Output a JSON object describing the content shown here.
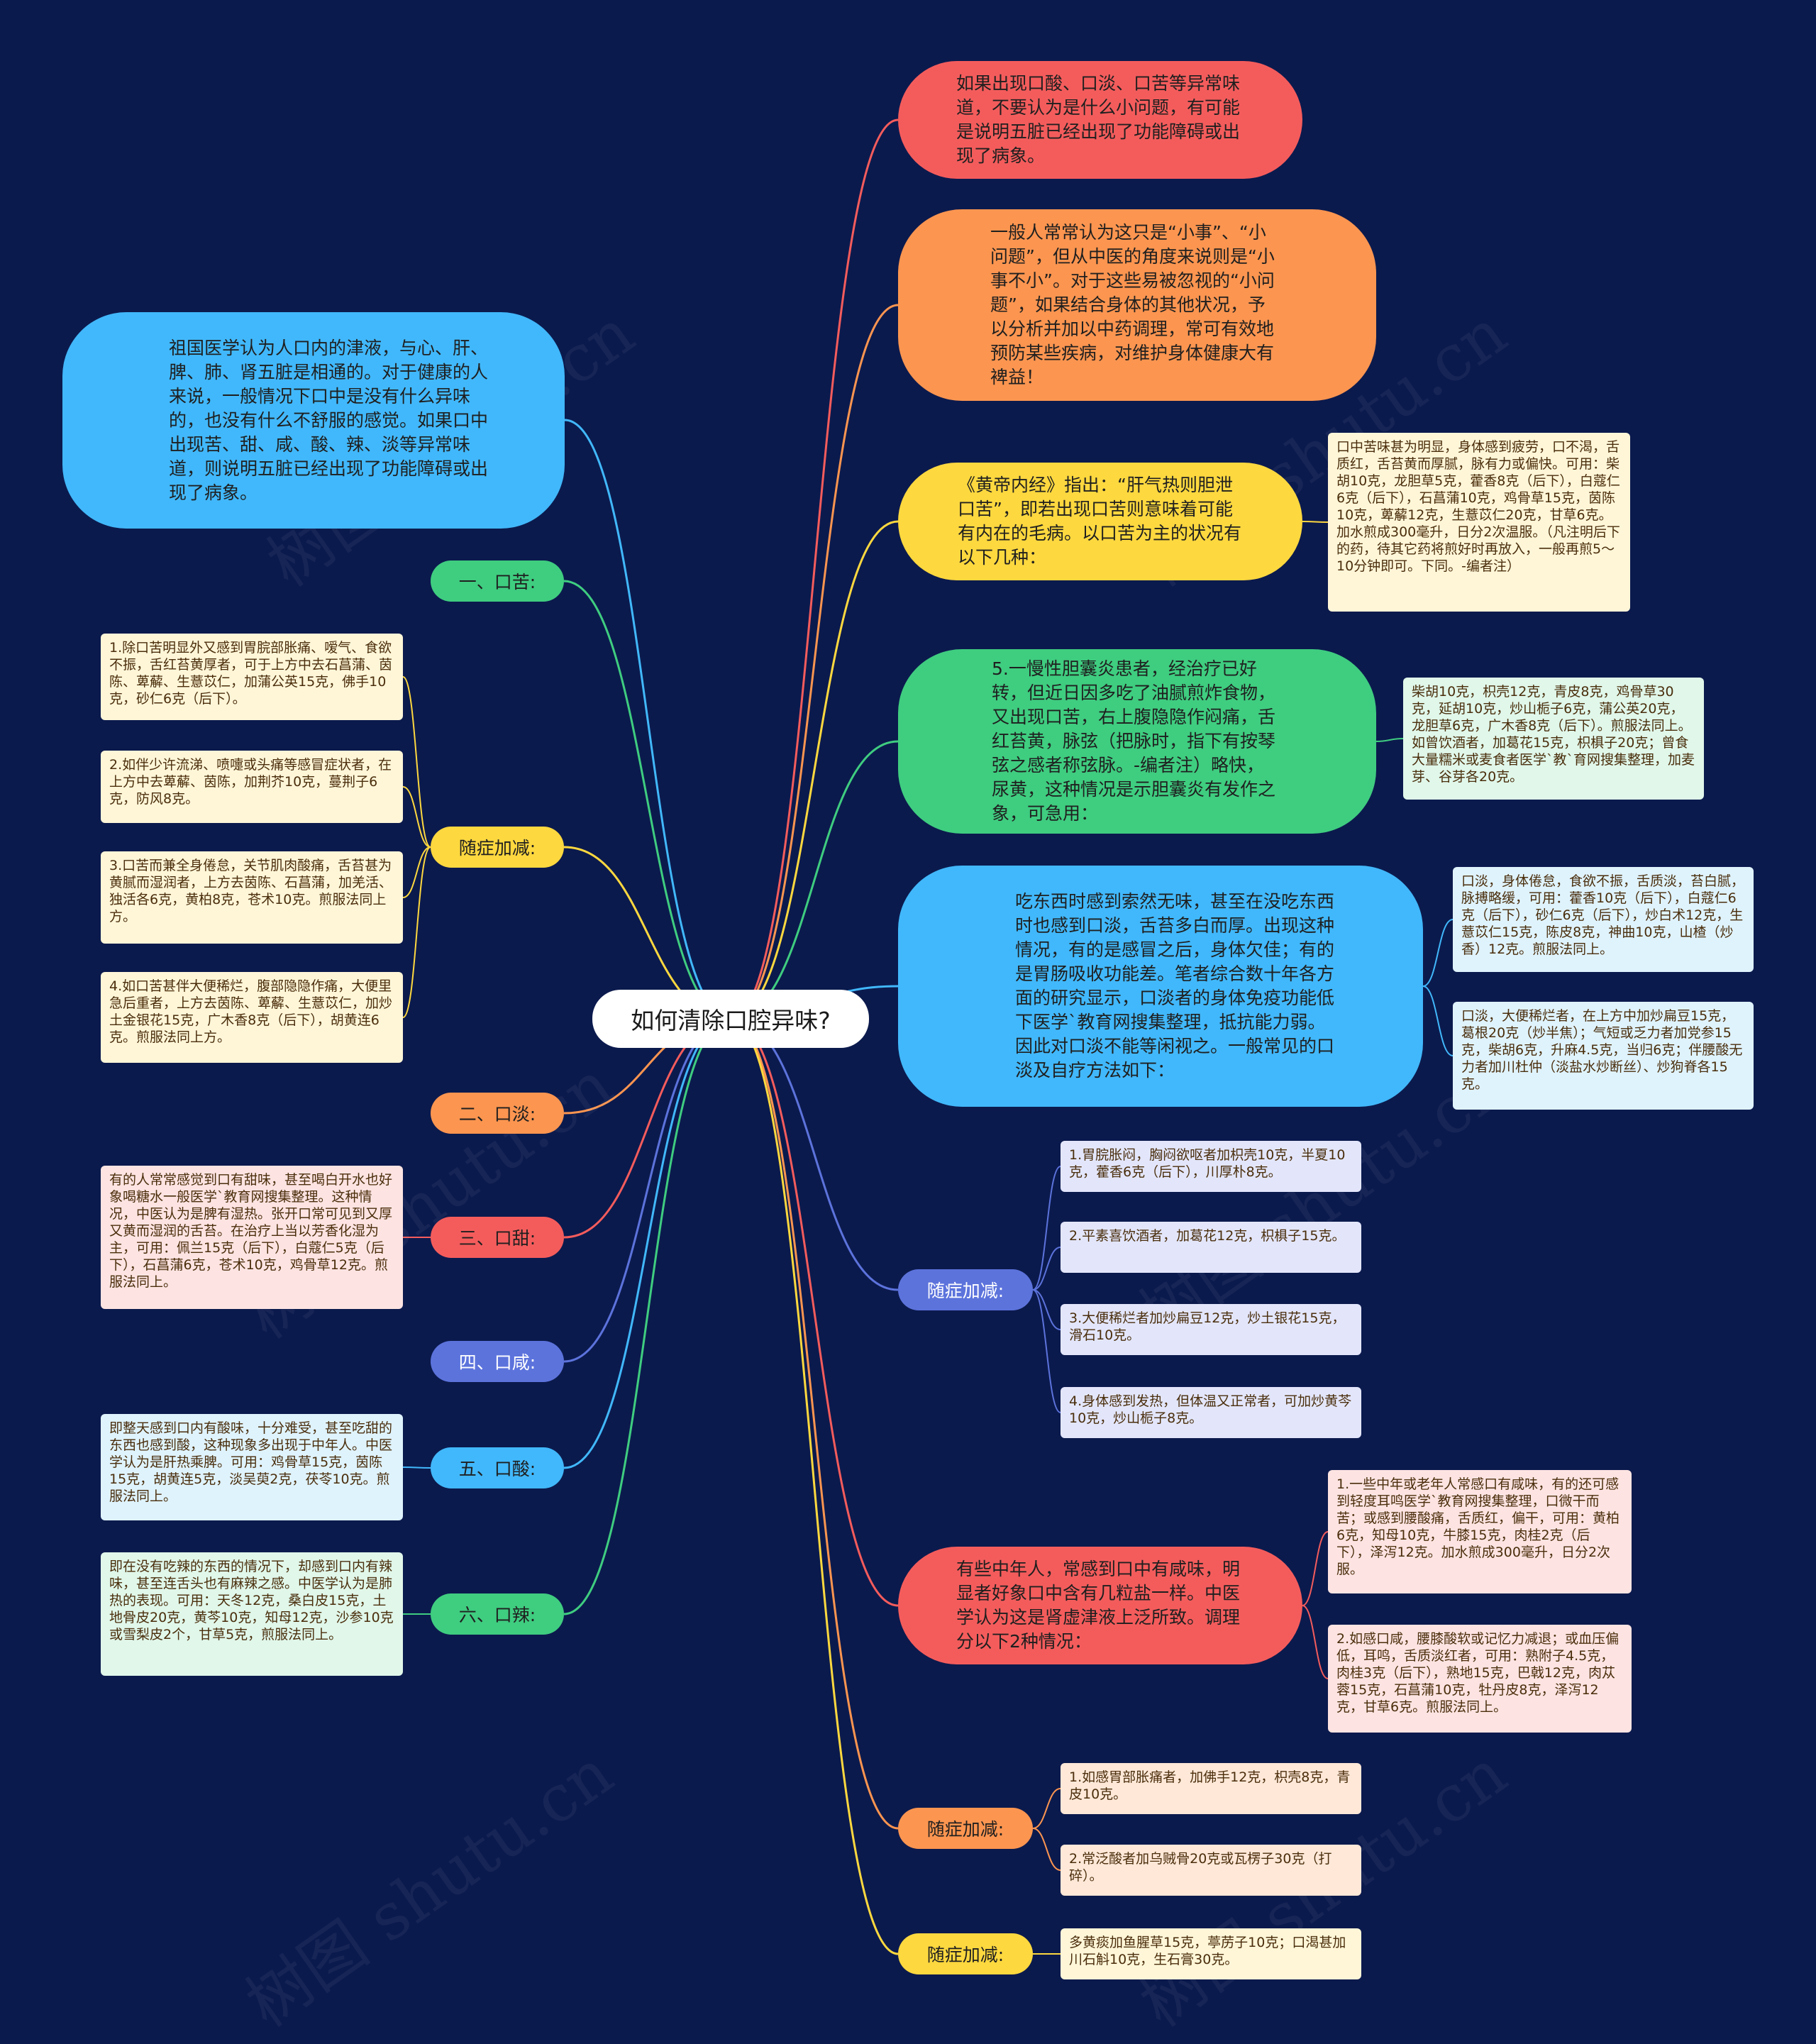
{
  "center": {
    "title": "如何清除口腔异味?"
  },
  "left_bubble": {
    "text": "祖国医学认为人口内的津液，与心、肝、脾、肺、肾五脏是相通的。对于健康的人来说，一般情况下口中是没有什么异味的，也没有什么不舒服的感觉。如果口中出现苦、甜、咸、酸、辣、淡等异常味道，则说明五脏已经出现了功能障碍或出现了病象。"
  },
  "left_topics": {
    "kouku": "一、口苦:",
    "suizheng_left": "随症加减:",
    "kouda": "二、口淡:",
    "koutian": "三、口甜:",
    "kouxian": "四、口咸:",
    "kousuan": "五、口酸:",
    "koula": "六、口辣:"
  },
  "left_notes": {
    "ku1": "1.除口苦明显外又感到胃脘部胀痛、嗳气、食欲不振，舌红苔黄厚者，可于上方中去石菖蒲、茵陈、萆薢、生薏苡仁，加蒲公英15克，佛手10克，砂仁6克（后下）。",
    "ku2": "2.如伴少许流涕、喷嚏或头痛等感冒症状者，在上方中去萆薢、茵陈，加荆芥10克，蔓荆子6克，防风8克。",
    "ku3": "3.口苦而兼全身倦怠，关节肌肉酸痛，舌苔甚为黄腻而湿润者，上方去茵陈、石菖蒲，加羌活、独活各6克，黄柏8克，苍术10克。煎服法同上方。",
    "ku4": "4.如口苦甚伴大便稀烂，腹部隐隐作痛，大便里急后重者，上方去茵陈、萆薢、生薏苡仁，加炒土金银花15克，广木香8克（后下），胡黄连6克。煎服法同上方。",
    "tian": "有的人常常感觉到口有甜味，甚至喝白开水也好象喝糖水一般医学`教育网搜集整理。这种情况，中医认为是脾有湿热。张开口常可见到又厚又黄而湿润的舌苔。在治疗上当以芳香化湿为主，可用：佩兰15克（后下），白蔻仁5克（后下），石菖蒲6克，苍术10克，鸡骨草12克。煎服法同上。",
    "suan": "即整天感到口内有酸味，十分难受，甚至吃甜的东西也感到酸，这种现象多出现于中年人。中医学认为是肝热乘脾。可用：鸡骨草15克，茵陈15克，胡黄连5克，淡吴萸2克，茯苓10克。煎服法同上。",
    "la": "即在没有吃辣的东西的情况下，却感到口内有辣味，甚至连舌头也有麻辣之感。中医学认为是肺热的表现。可用：天冬12克，桑白皮15克，土地骨皮20克，黄芩10克，知母12克，沙参10克或雪梨皮2个，甘草5克，煎服法同上。"
  },
  "right_bubbles": {
    "b1": "如果出现口酸、口淡、口苦等异常味道，不要认为是什么小问题，有可能是说明五脏已经出现了功能障碍或出现了病象。",
    "b2": "一般人常常认为这只是“小事”、“小问题”，但从中医的角度来说则是“小事不小”。对于这些易被忽视的“小问题”，如果结合身体的其他状况，予以分析并加以中药调理，常可有效地预防某些疾病，对维护身体健康大有裨益！",
    "b3": "《黄帝内经》指出：“肝气热则胆泄口苦”，即若出现口苦则意味着可能有内在的毛病。以口苦为主的状况有以下几种：",
    "b4": "5.一慢性胆囊炎患者，经治疗已好转，但近日因多吃了油腻煎炸食物，又出现口苦，右上腹隐隐作闷痛，舌红苔黄，脉弦（把脉时，指下有按琴弦之感者称弦脉。-编者注）略快，尿黄，这种情况是示胆囊炎有发作之象，可急用：",
    "b5": "吃东西时感到索然无味，甚至在没吃东西时也感到口淡，舌苔多白而厚。出现这种情况，有的是感冒之后，身体欠佳；有的是胃肠吸收功能差。笔者综合数十年各方面的研究显示，口淡者的身体免疫功能低下医学`教育网搜集整理，抵抗能力弱。因此对口淡不能等闲视之。一般常见的口淡及自疗方法如下：",
    "b6": "有些中年人，常感到口中有咸味，明显者好象口中含有几粒盐一样。中医学认为这是肾虚津液上泛所致。调理分以下2种情况："
  },
  "right_pills": {
    "sz1": "随症加减:",
    "sz2": "随症加减:",
    "sz3": "随症加减:"
  },
  "right_notes": {
    "n_b3": "口中苦味甚为明显，身体感到疲劳，口不渴，舌质红，舌苔黄而厚腻，脉有力或偏快。可用：柴胡10克，龙胆草5克，藿香8克（后下），白蔻仁6克（后下），石菖蒲10克，鸡骨草15克，茵陈10克，萆薢12克，生薏苡仁20克，甘草6克。加水煎成300毫升，日分2次温服。（凡注明后下的药，待其它药将煎好时再放入，一般再煎5～10分钟即可。下同。-编者注）",
    "n_b4": "柴胡10克，枳壳12克，青皮8克，鸡骨草30克，延胡10克，炒山栀子6克，蒲公英20克，龙胆草6克，广木香8克（后下）。煎服法同上。如曾饮酒者，加葛花15克，枳椇子20克；曾食大量糯米或麦食者医学`教`育网搜集整理，加麦芽、谷芽各20克。",
    "n_b5a": "口淡，身体倦怠，食欲不振，舌质淡，苔白腻，脉搏略缓，可用：藿香10克（后下），白蔻仁6克（后下），砂仁6克（后下），炒白术12克，生薏苡仁15克，陈皮8克，神曲10克，山楂（炒香）12克。煎服法同上。",
    "n_b5b": "口淡，大便稀烂者，在上方中加炒扁豆15克，葛根20克（炒半焦）；气短或乏力者加党参15克，柴胡6克，升麻4.5克，当归6克；伴腰酸无力者加川杜仲（淡盐水炒断丝）、炒狗脊各15克。",
    "d1": "1.胃脘胀闷，胸闷欲呕者加枳壳10克，半夏10克，藿香6克（后下），川厚朴8克。",
    "d2": "2.平素喜饮酒者，加葛花12克，枳椇子15克。",
    "d3": "3.大便稀烂者加炒扁豆12克，炒土银花15克，滑石10克。",
    "d4": "4.身体感到发热，但体温又正常者，可加炒黄芩10克，炒山栀子8克。",
    "x1": "1.一些中年或老年人常感口有咸味，有的还可感到轻度耳鸣医学`教育网搜集整理，口微干而苦；或感到腰酸痛，舌质红，偏干，可用：黄柏6克，知母10克，牛膝15克，肉桂2克（后下），泽泻12克。加水煎成300毫升，日分2次服。",
    "x2": "2.如感口咸，腰膝酸软或记忆力减退；或血压偏低，耳鸣，舌质淡红者，可用：熟附子4.5克，肉桂3克（后下），熟地15克，巴戟12克，肉苁蓉15克，石菖蒲10克，牡丹皮8克，泽泻12克，甘草6克。煎服法同上。",
    "s1": "1.如感胃部胀痛者，加佛手12克，枳壳8克，青皮10克。",
    "s2": "2.常泛酸者加乌贼骨20克或瓦楞子30克（打碎）。",
    "l1": "多黄痰加鱼腥草15克，葶苈子10克；口渴甚加川石斛10克，生石膏30克。"
  },
  "watermark": "树图 shutu.cn",
  "colors": {
    "background": "#0b1a4d",
    "red": "#f45c5c",
    "orange": "#fb9550",
    "yellow": "#fdd83f",
    "green": "#3fcd80",
    "blue": "#41b8fb",
    "indigo": "#5c73dc"
  }
}
